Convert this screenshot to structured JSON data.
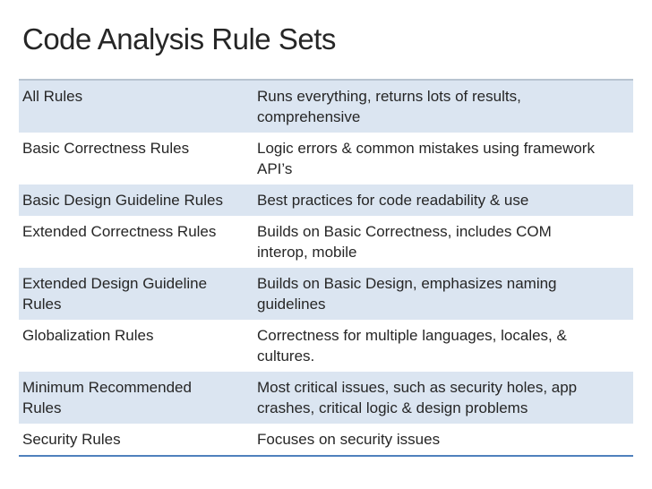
{
  "slide": {
    "title": "Code Analysis Rule Sets"
  },
  "table": {
    "columns": [
      "rule_set",
      "description"
    ],
    "rows": [
      {
        "rule_set": "All Rules",
        "description": "Runs everything, returns lots of results, comprehensive"
      },
      {
        "rule_set": "Basic Correctness Rules",
        "description": "Logic errors & common mistakes using framework API’s"
      },
      {
        "rule_set": "Basic Design Guideline Rules",
        "description": "Best practices for code readability & use"
      },
      {
        "rule_set": "Extended Correctness Rules",
        "description": "Builds on Basic Correctness, includes COM interop, mobile"
      },
      {
        "rule_set": "Extended Design Guideline Rules",
        "description": "Builds on Basic Design, emphasizes naming guidelines"
      },
      {
        "rule_set": "Globalization Rules",
        "description": "Correctness for multiple languages, locales, & cultures."
      },
      {
        "rule_set": "Minimum Recommended Rules",
        "description": "Most critical issues, such as security holes, app crashes, critical logic & design problems"
      },
      {
        "rule_set": "Security Rules",
        "description": "Focuses on security issues"
      }
    ]
  },
  "colors": {
    "row_alt_background": "#dbe5f1",
    "table_top_border": "#b8c4d1",
    "table_bottom_border": "#4f81bd",
    "text": "#262626",
    "background": "#ffffff"
  }
}
